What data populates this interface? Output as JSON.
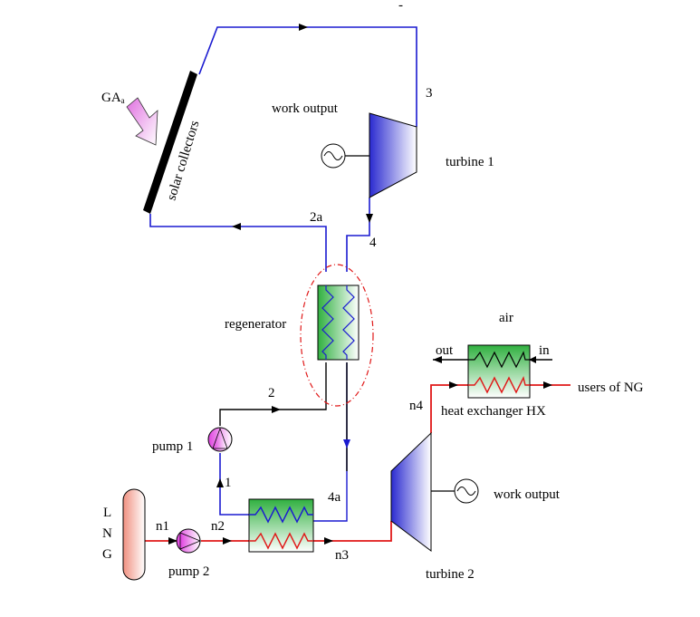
{
  "labels": {
    "ga": "GA",
    "ga_sub": "a",
    "solar_collectors": "solar collectors",
    "work_output_top": "work output",
    "state_3": "3",
    "turbine_1": "turbine 1",
    "state_2a": "2a",
    "state_4": "4",
    "regenerator": "regenerator",
    "state_2": "2",
    "pump_1": "pump 1",
    "state_1": "1",
    "state_4a": "4a",
    "air": "air",
    "out": "out",
    "in": "in",
    "users_of_ng": "users of NG",
    "state_n4": "n4",
    "heat_exchanger_hx": "heat exchanger HX",
    "work_output_bottom": "work output",
    "lng_l": "L",
    "lng_n": "N",
    "lng_g": "G",
    "state_n1": "n1",
    "state_n2": "n2",
    "pump_2": "pump 2",
    "state_n3": "n3",
    "turbine_2": "turbine 2",
    "top_mark": "-"
  },
  "colors": {
    "organic_loop": "#1a1ad0",
    "ng_line": "#e01818",
    "heat_exchanger_fill": "#30b040",
    "turbine_fill": "#3030d0",
    "pump_fill": "#e040e0",
    "lng_tank_fill": "#f0a090",
    "solar_arrow_fill": "#e070e0",
    "regenerator_outline": "#e01818"
  },
  "icons": {
    "generator": "generator-icon",
    "solar_arrow": "solar-radiation-arrow-icon",
    "pump": "pump-icon"
  }
}
